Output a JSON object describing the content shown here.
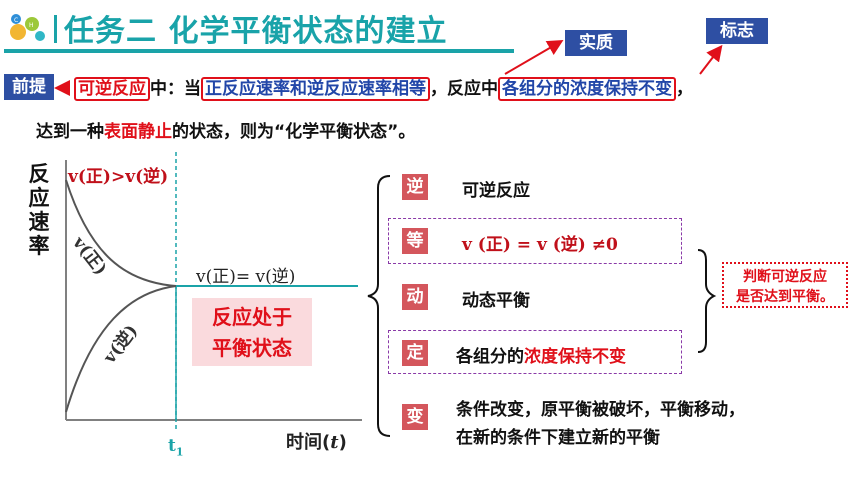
{
  "title": "任务二  化学平衡状态的建立",
  "tags": {
    "essence": "实质",
    "sign": "标志",
    "premise": "前提"
  },
  "intro": {
    "reversible": "可逆反应",
    "middle": "中：当",
    "equal_rates": "正反应速率和逆反应速率相等",
    "after": "，反应中",
    "constant_conc": "各组分的浓度保持不变",
    "comma": "，",
    "line2_a": "达到一种",
    "surface_static": "表面静止",
    "line2_b": "的状态，则为“化学平衡状态”。"
  },
  "graph": {
    "ylabel": "反应速率",
    "xlabel_text": "时间(",
    "xlabel_var": "t",
    "xlabel_close": ")",
    "t_label": "t",
    "t_sub": "1",
    "v_forward_gt": "v(正)>v(逆)",
    "curve_forward": "v(正)",
    "curve_reverse": "v(逆)",
    "v_equal": "v(正)= v(逆)",
    "state_line1": "反应处于",
    "state_line2": "平衡状态"
  },
  "features": [
    {
      "tag": "逆",
      "text": "可逆反应"
    },
    {
      "tag": "等",
      "text": "v (正) = v (逆)  ≠0"
    },
    {
      "tag": "动",
      "text": "动态平衡"
    },
    {
      "tag": "定",
      "text_a": "各组分的",
      "text_b": "浓度保持不变"
    },
    {
      "tag": "变",
      "line1": "条件改变，原平衡被破坏，平衡移动，",
      "line2": "在新的条件下建立新的平衡"
    }
  ],
  "judge": {
    "line1": "判断可逆反应",
    "line2": "是否达到平衡。"
  },
  "colors": {
    "teal": "#1aa3a8",
    "navy": "#2e4fa3",
    "red": "#e0101a",
    "tag_red": "#d4565c",
    "pink": "#fadadd"
  }
}
